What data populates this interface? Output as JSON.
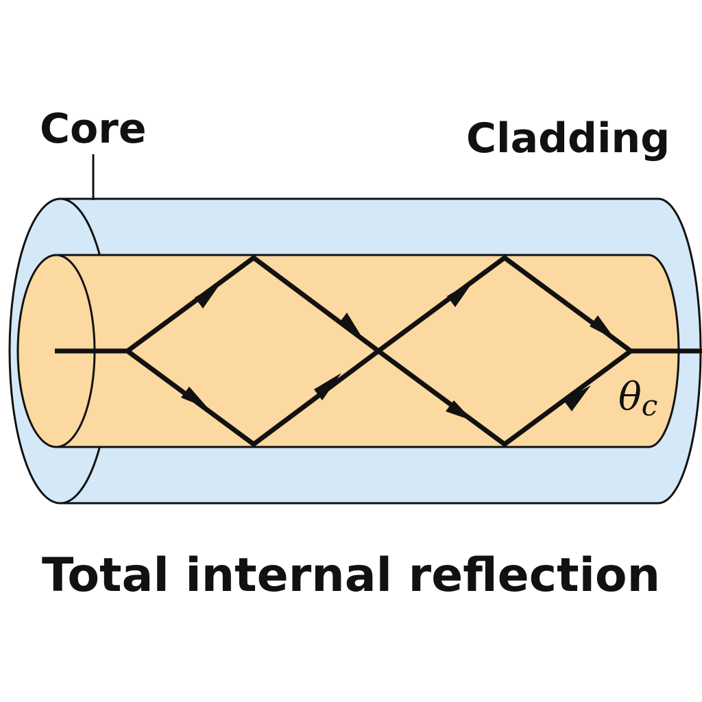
{
  "labels": {
    "core": "Core",
    "cladding": "Cladding",
    "caption": "Total internal reflection",
    "critical_angle_symbol": "θ",
    "critical_angle_subscript": "c"
  },
  "colors": {
    "cladding_fill": "#d4e8f7",
    "core_fill": "#fbd9a0",
    "stroke": "#111111",
    "background": "#ffffff"
  },
  "icons": {
    "arrowheads": "triangle-arrow-icon"
  }
}
